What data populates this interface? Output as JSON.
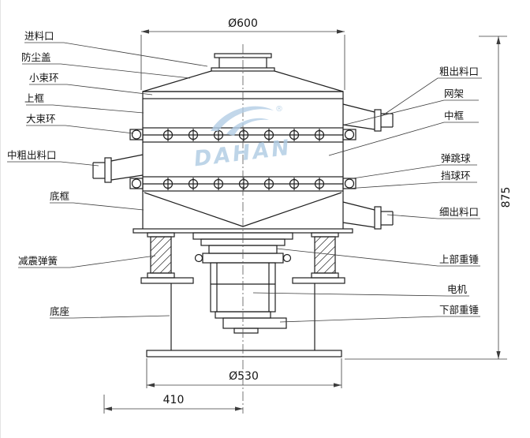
{
  "watermark": {
    "brand": "DAHAN",
    "registered": "®"
  },
  "dimensions": {
    "top_diameter": "Ø600",
    "base_diameter": "Ø530",
    "total_height": "875",
    "offset_width": "410"
  },
  "labels_left": [
    "进料口",
    "防尘盖",
    "小束环",
    "上框",
    "大束环",
    "中粗出料口",
    "底框",
    "减震弹簧",
    "底座"
  ],
  "labels_right": [
    "粗出料口",
    "网架",
    "中框",
    "弹跳球",
    "挡球环",
    "细出料口",
    "上部重锤",
    "电机",
    "下部重锤"
  ]
}
